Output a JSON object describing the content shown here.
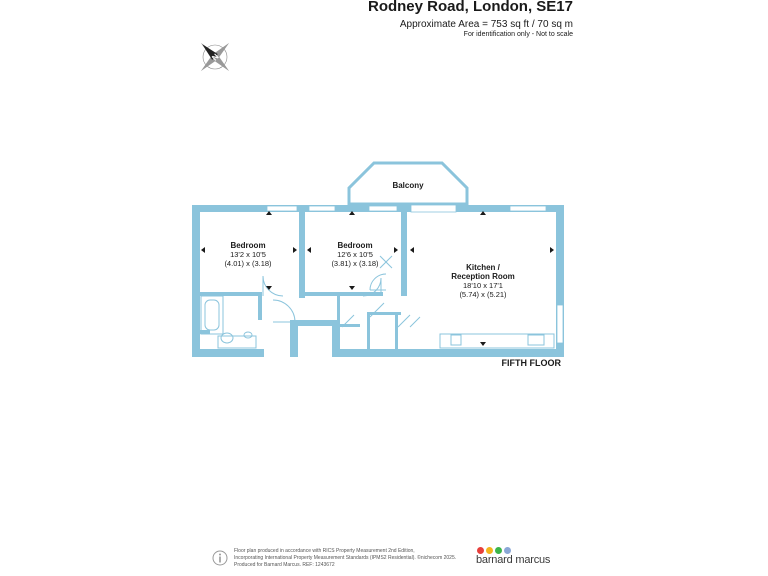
{
  "header": {
    "title": "Rodney Road, London, SE17",
    "area": "Approximate Area = 753 sq ft / 70 sq m",
    "disclaimer": "For identification only - Not to scale"
  },
  "compass": {
    "icon": "compass-icon",
    "label": "N"
  },
  "rooms": {
    "balcony": {
      "name": "Balcony"
    },
    "bedroom1": {
      "name": "Bedroom",
      "dim_imperial": "13'2 x 10'5",
      "dim_metric": "(4.01) x (3.18)"
    },
    "bedroom2": {
      "name": "Bedroom",
      "dim_imperial": "12'6 x 10'5",
      "dim_metric": "(3.81) x (3.18)"
    },
    "kitchen": {
      "name_line1": "Kitchen /",
      "name_line2": "Reception Room",
      "dim_imperial": "18'10 x 17'1",
      "dim_metric": "(5.74) x (5.21)"
    }
  },
  "floor_label": "FIFTH FLOOR",
  "footer": {
    "line1": "Floor plan produced in accordance with RICS Property Measurement 2nd Edition,",
    "line2": "Incorporating International Property Measurement Standards (IPMS2 Residential). ©nichecom 2025.",
    "line3": "Produced for Barnard Marcus.   REF: 1243672"
  },
  "brand": {
    "name": "barnard marcus",
    "dot_colors": [
      "#e7403c",
      "#f3b51c",
      "#3bb54a",
      "#8aa7d6"
    ]
  },
  "colors": {
    "wall": "#8bc4dc",
    "text": "#1a1a1a"
  }
}
